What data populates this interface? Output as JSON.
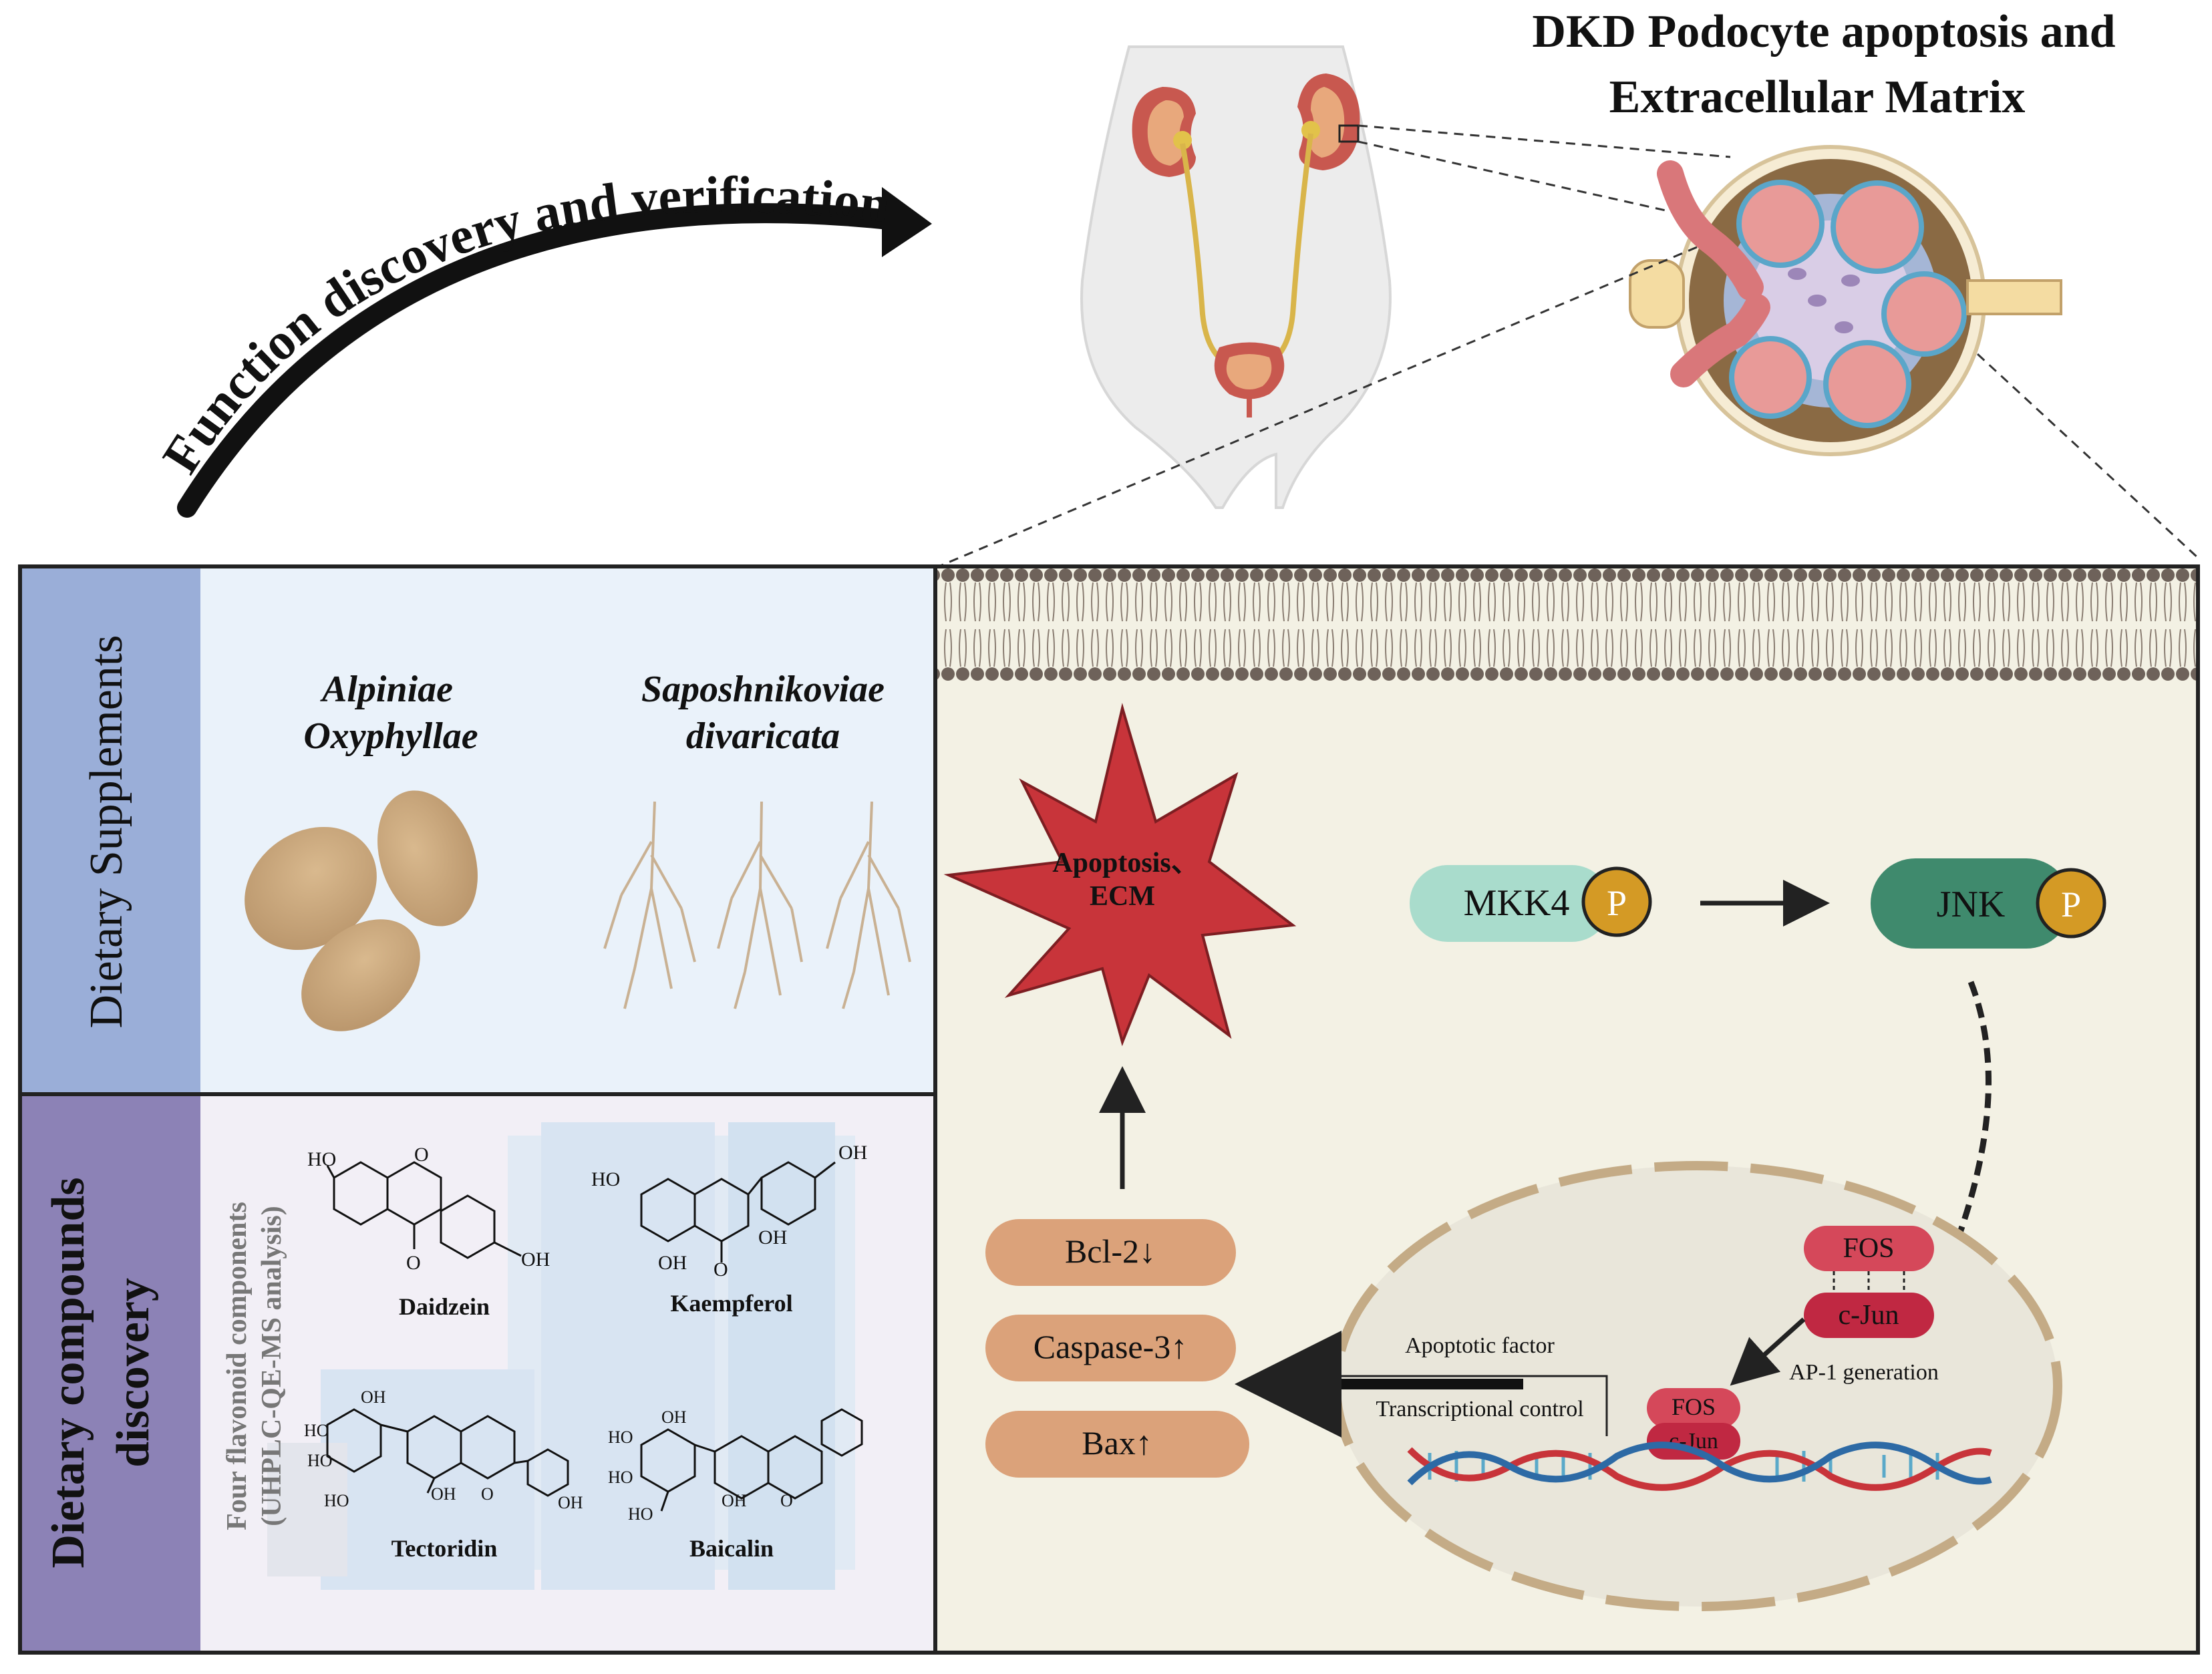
{
  "header": {
    "title_line1": "DKD Podocyte apoptosis and",
    "title_line2": "Extracellular Matrix",
    "arrow_label": "Function discovery and verification"
  },
  "left_panel": {
    "top_side_label": "Dietary Supplements",
    "herb1_line1": "Alpiniae",
    "herb1_line2": "Oxyphyllae",
    "herb2_line1": "Saposhnikoviae",
    "herb2_line2": "divaricata",
    "bottom_side_label_line1": "Dietary compounds",
    "bottom_side_label_line2": "discovery",
    "vertical_caption_line1": "Four flavonoid components",
    "vertical_caption_line2": "(UHPLC-QE-MS analysis)",
    "compounds": [
      "Daidzein",
      "Kaempferol",
      "Tectoridin",
      "Baicalin"
    ],
    "atom_labels": {
      "ho": "HO",
      "oh": "OH",
      "o": "O"
    }
  },
  "pathway": {
    "outcome_line1": "Apoptosis、",
    "outcome_line2": "ECM",
    "kinase1": "MKK4",
    "kinase2": "JNK",
    "phospho": "P",
    "markers": [
      "Bcl-2↓",
      "Caspase-3↑",
      "Bax↑"
    ],
    "fos": "FOS",
    "cjun": "c-Jun",
    "ap1": "AP-1 generation",
    "apoptotic_factor": "Apoptotic factor",
    "transcriptional_control": "Transcriptional control"
  },
  "colors": {
    "supplement_side": "#9aaed8",
    "compound_side": "#8c82b6",
    "supplement_bg": "#eaf2fa",
    "compound_bg": "#f2eff6",
    "pathway_bg": "#f3f1e4",
    "starburst": "#c8343a",
    "marker_pill": "#dba27a",
    "mkk4": "#a9dccc",
    "jnk": "#3f8a6d",
    "phospho": "#d49a25",
    "fos": "#d5485a",
    "cjun": "#c02842"
  }
}
